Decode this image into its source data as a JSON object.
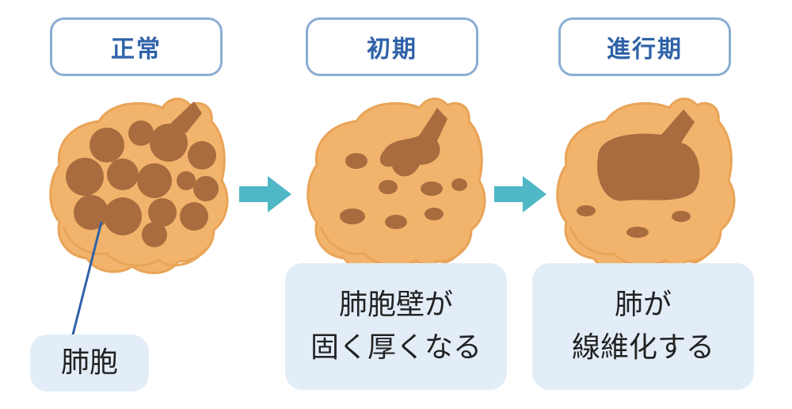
{
  "stages": {
    "normal": "正常",
    "early": "初期",
    "advanced": "進行期"
  },
  "labels": {
    "alveoli": "肺胞"
  },
  "notes": {
    "early_line1": "肺胞壁が",
    "early_line2": "固く厚くなる",
    "advanced_line1": "肺が",
    "advanced_line2": "線維化する"
  },
  "colors": {
    "lung_fill": "#f2b46c",
    "lung_outline": "#e9a458",
    "cavity": "#a86c3f",
    "arrow": "#4fb7c6",
    "label_border": "#8aaed4",
    "label_text": "#2f62a8",
    "note_bg": "#e3edf7",
    "leader_line": "#2f62a8"
  }
}
